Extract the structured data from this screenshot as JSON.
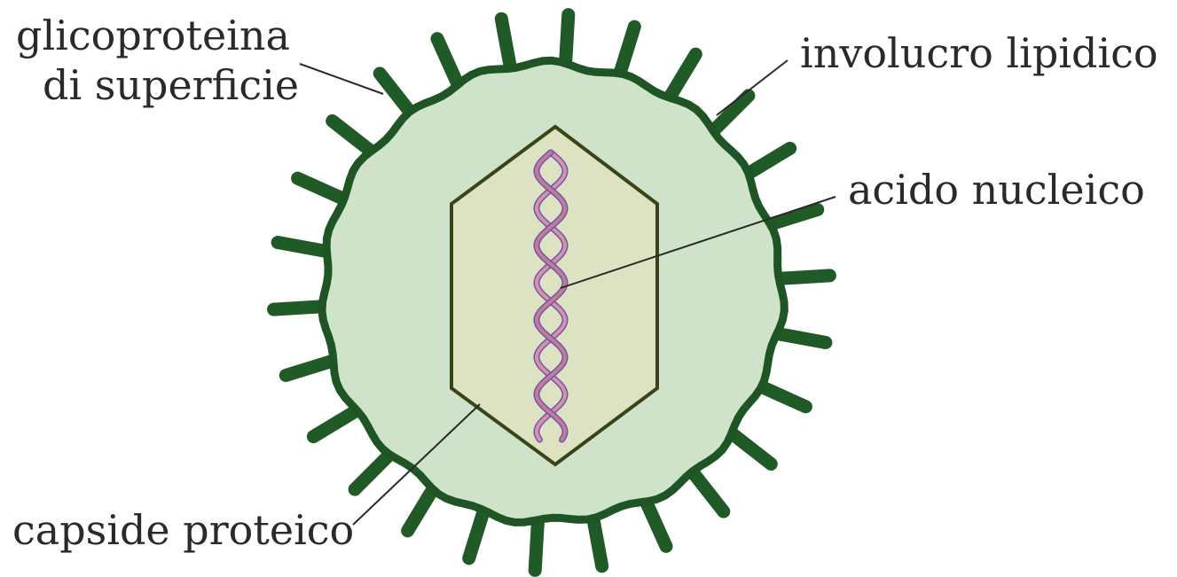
{
  "labels": {
    "glycoprotein_line1": "glicoproteina",
    "glycoprotein_line2": "di superficie",
    "lipid_envelope": "involucro lipidico",
    "nucleic_acid": "acido nucleico",
    "protein_capsid": "capside proteico"
  },
  "colors": {
    "envelope_fill": "#cfe3cb",
    "envelope_stroke": "#1f5424",
    "spike": "#1f5a27",
    "capsid_fill": "#dde2c2",
    "capsid_stroke": "#3a4418",
    "helix_pink": "#d891ac",
    "helix_purple": "#6c58a8",
    "leader_line": "#2a2a2a",
    "text": "#2a2a2a"
  }
}
